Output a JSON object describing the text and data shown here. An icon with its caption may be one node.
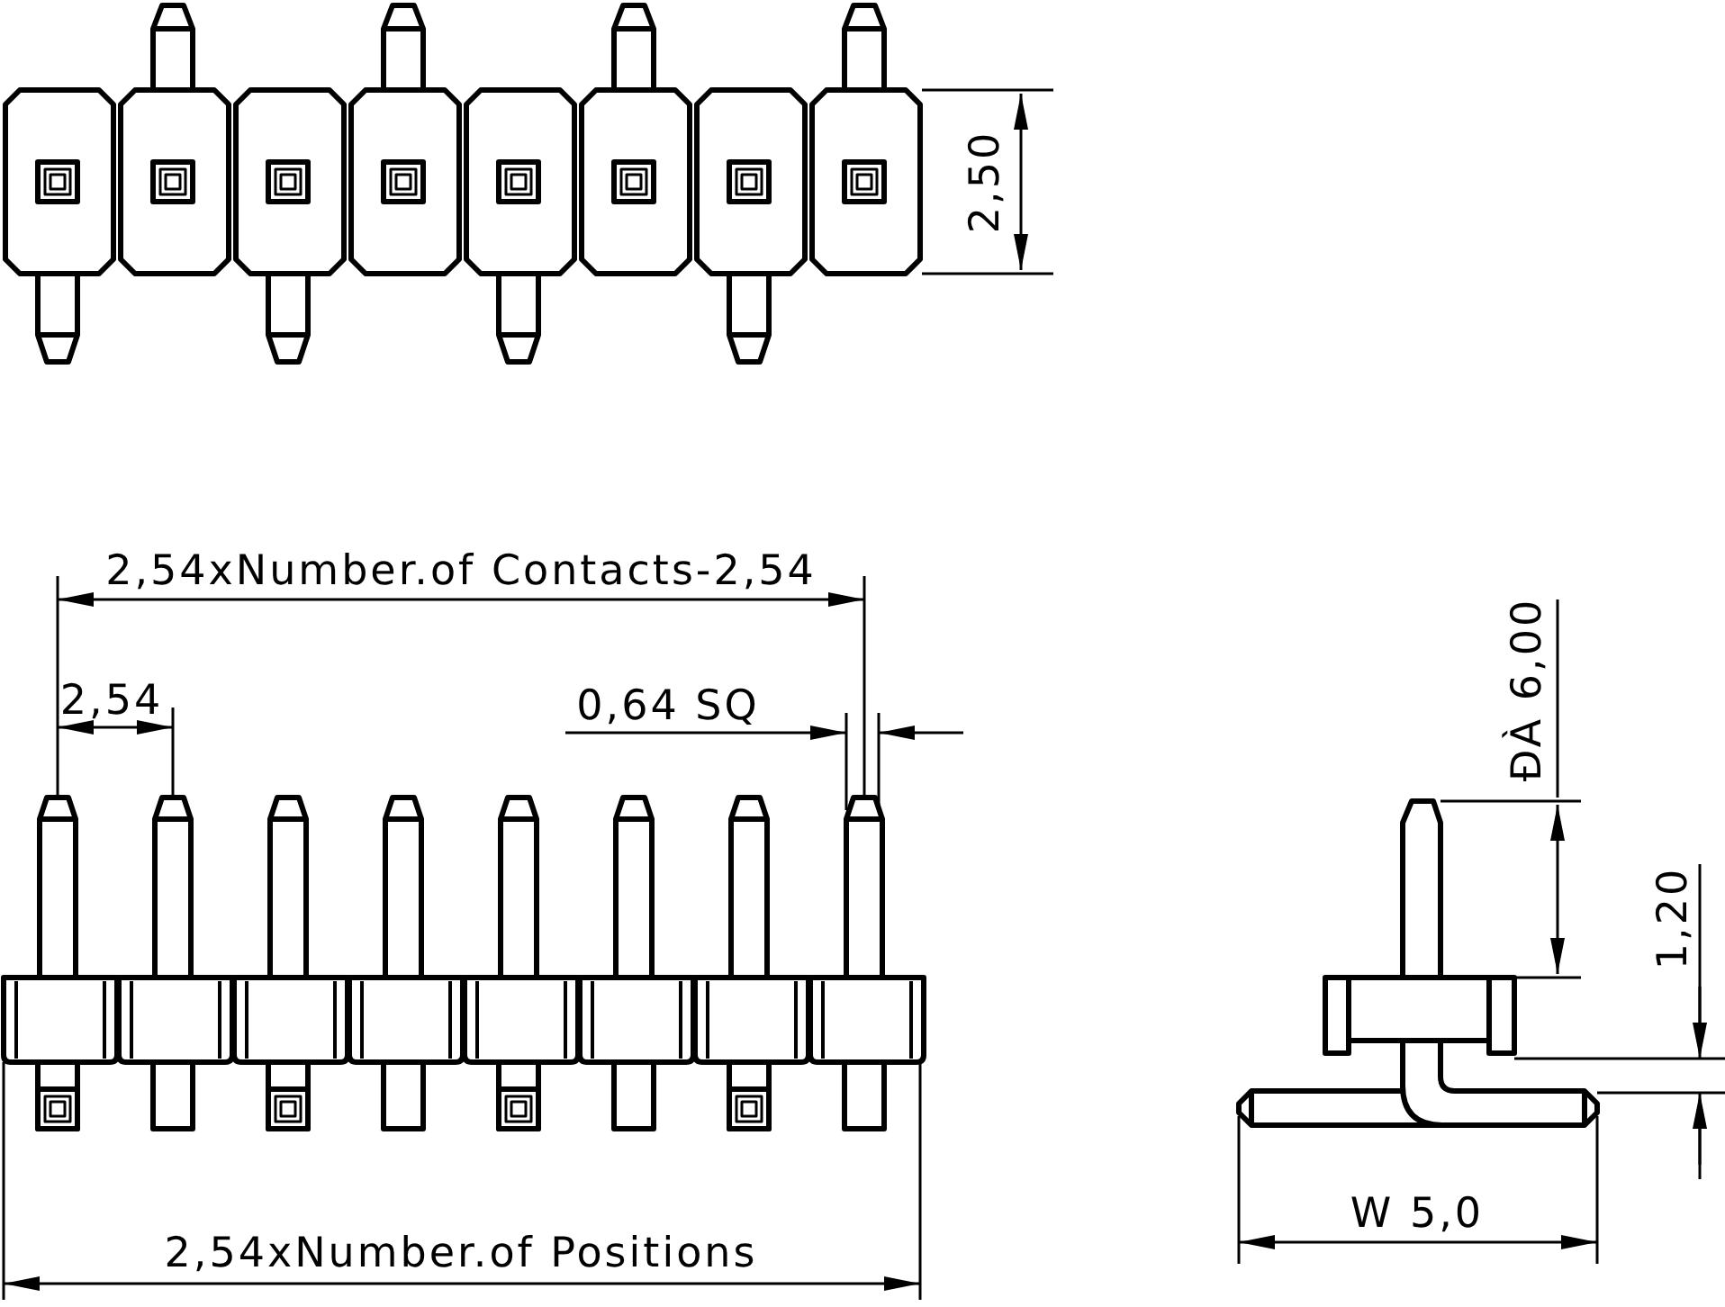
{
  "diagram": {
    "labels": [
      "2,50",
      "2,54xNumber.of Contacts-2,54",
      "ĐÀ 6,00",
      "2,54",
      "0,64 SQ",
      "1,20",
      "W 5,0",
      "2,54xNumber.of Positions"
    ]
  }
}
